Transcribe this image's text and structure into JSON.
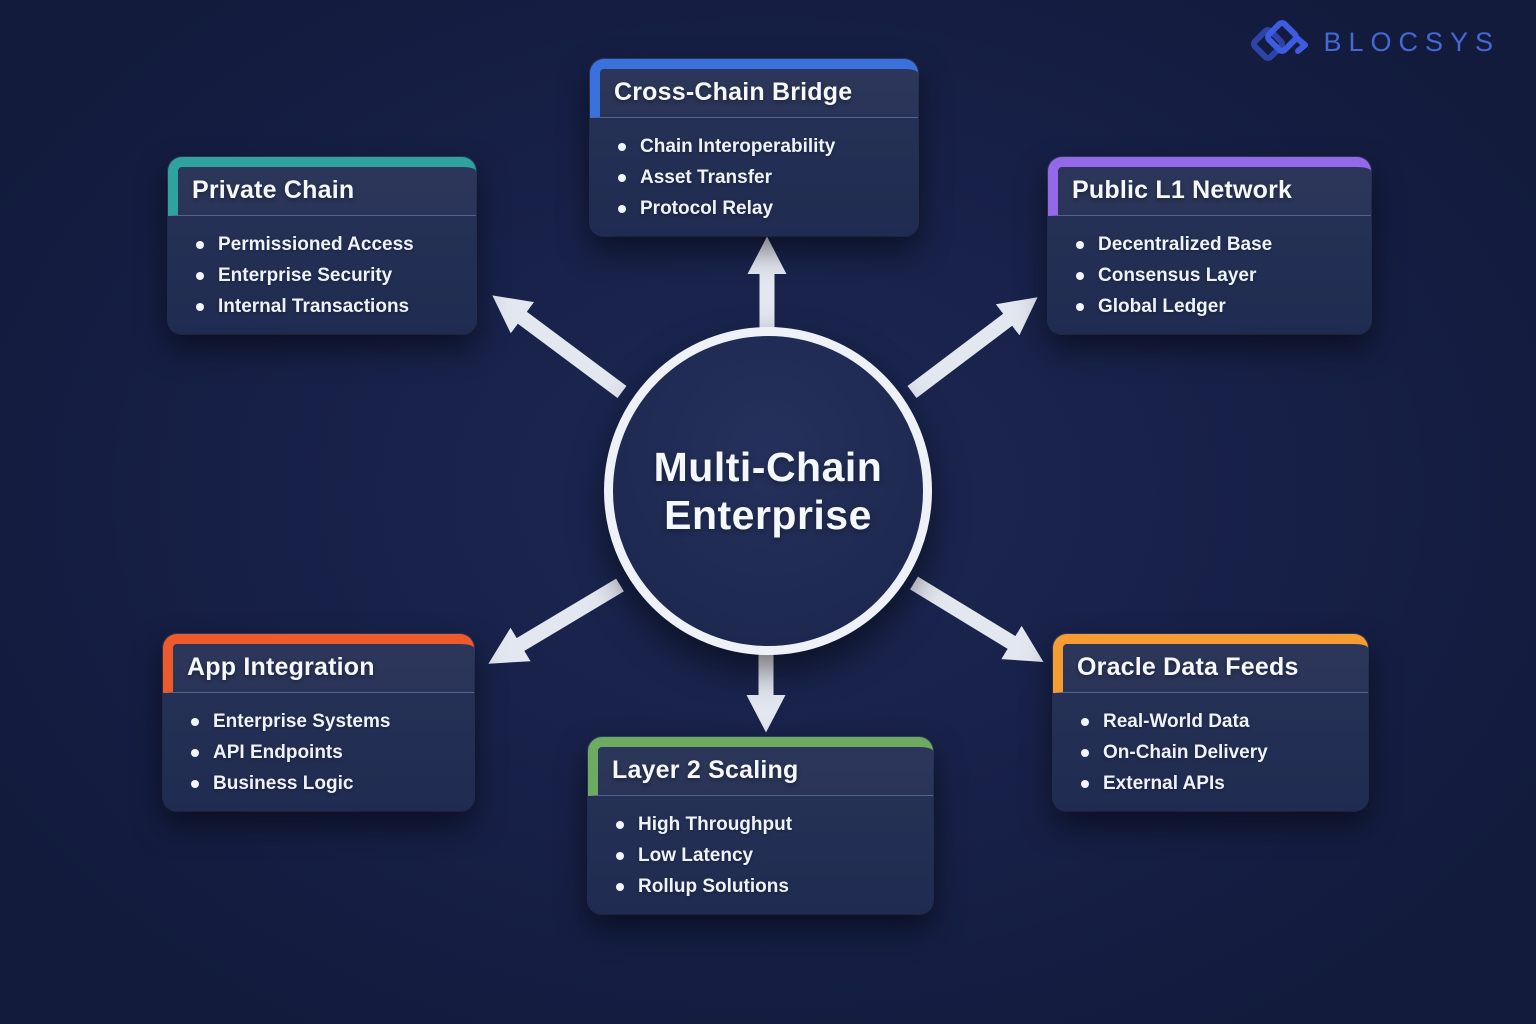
{
  "brand": {
    "name": "BLOCSYS",
    "logo_icon": "chain-links-icon",
    "logo_color": "#4667d6"
  },
  "center": {
    "title_line1": "Multi-Chain",
    "title_line2": "Enterprise"
  },
  "cards": {
    "cross_chain_bridge": {
      "title": "Cross-Chain Bridge",
      "accent": "#3a72dd",
      "items": [
        "Chain Interoperability",
        "Asset Transfer",
        "Protocol Relay"
      ]
    },
    "private_chain": {
      "title": "Private Chain",
      "accent": "#2fa29d",
      "items": [
        "Permissioned Access",
        "Enterprise Security",
        "Internal Transactions"
      ]
    },
    "public_l1_network": {
      "title": "Public L1 Network",
      "accent": "#9469e8",
      "items": [
        "Decentralized Base",
        "Consensus Layer",
        "Global Ledger"
      ]
    },
    "app_integration": {
      "title": "App Integration",
      "accent": "#ee5a2c",
      "items": [
        "Enterprise Systems",
        "API Endpoints",
        "Business Logic"
      ]
    },
    "layer_2_scaling": {
      "title": "Layer 2 Scaling",
      "accent": "#6cab60",
      "items": [
        "High Throughput",
        "Low Latency",
        "Rollup Solutions"
      ]
    },
    "oracle_data_feeds": {
      "title": "Oracle Data Feeds",
      "accent": "#f59d32",
      "items": [
        "Real-World Data",
        "On-Chain Delivery",
        "External APIs"
      ]
    }
  },
  "colors": {
    "background": "#172047",
    "card_background": "#232e55",
    "arrow": "#e3e7f0",
    "text": "#f2f5fb",
    "hub_ring": "#eef1f8"
  }
}
